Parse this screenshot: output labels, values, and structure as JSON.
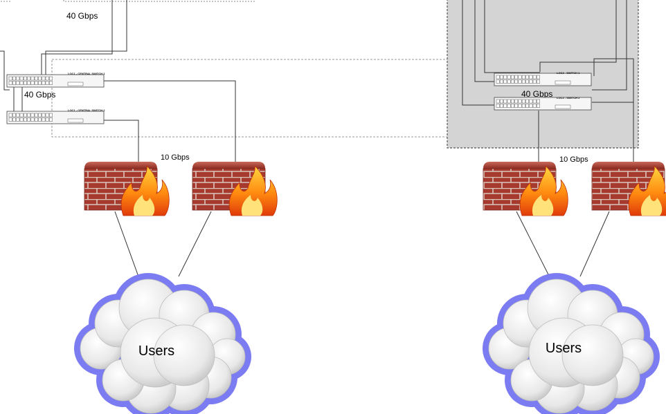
{
  "links": {
    "uplink_top": "40 Gbps",
    "left_switch_interconnect": "40 Gbps",
    "left_firewall_uplink": "10 Gbps",
    "right_switch_interconnect": "40 Gbps",
    "right_firewall_uplink": "10 Gbps"
  },
  "left_site": {
    "switch_1": {
      "name": "LOC1 - CENTRAL SWITCH 1"
    },
    "switch_2": {
      "name": "LOC1 - CENTRAL SWITCH 2"
    },
    "cloud_label": "Users"
  },
  "right_site": {
    "switch_1": {
      "name": "LOC2 - SWITCH 1"
    },
    "switch_2": {
      "name": "LOC2 - SWITCH 2"
    },
    "cloud_label": "Users"
  },
  "icons": {
    "firewall": "firewall-icon",
    "cloud": "cloud-icon",
    "switch": "switch-icon"
  },
  "colors": {
    "brick": "#a8392e",
    "mortar": "#d8c8c0",
    "flame_outer": "#f06010",
    "flame_inner": "#ffd020",
    "cloud_outline": "#7a7af0",
    "cloud_fill": "#e6e6e6",
    "zone_fill": "#d4d4d4"
  }
}
